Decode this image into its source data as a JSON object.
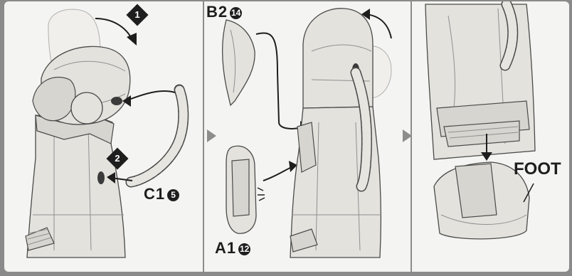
{
  "step_markers": [
    "1",
    "2"
  ],
  "callouts": {
    "c1": {
      "code": "C1",
      "num": "5"
    },
    "b2": {
      "code": "B2",
      "num": "14"
    },
    "a1": {
      "code": "A1",
      "num": "12"
    },
    "foot": "FOOT"
  },
  "colors": {
    "background": "#f4f4f2",
    "part_fill": "#e3e2dd",
    "outline": "#4a4a4a",
    "frame": "#8a8a8a",
    "ink": "#1e1e1e"
  },
  "icons": [
    "panel-arrow-icon",
    "curved-arrow-icon",
    "insert-arrow-icon"
  ]
}
